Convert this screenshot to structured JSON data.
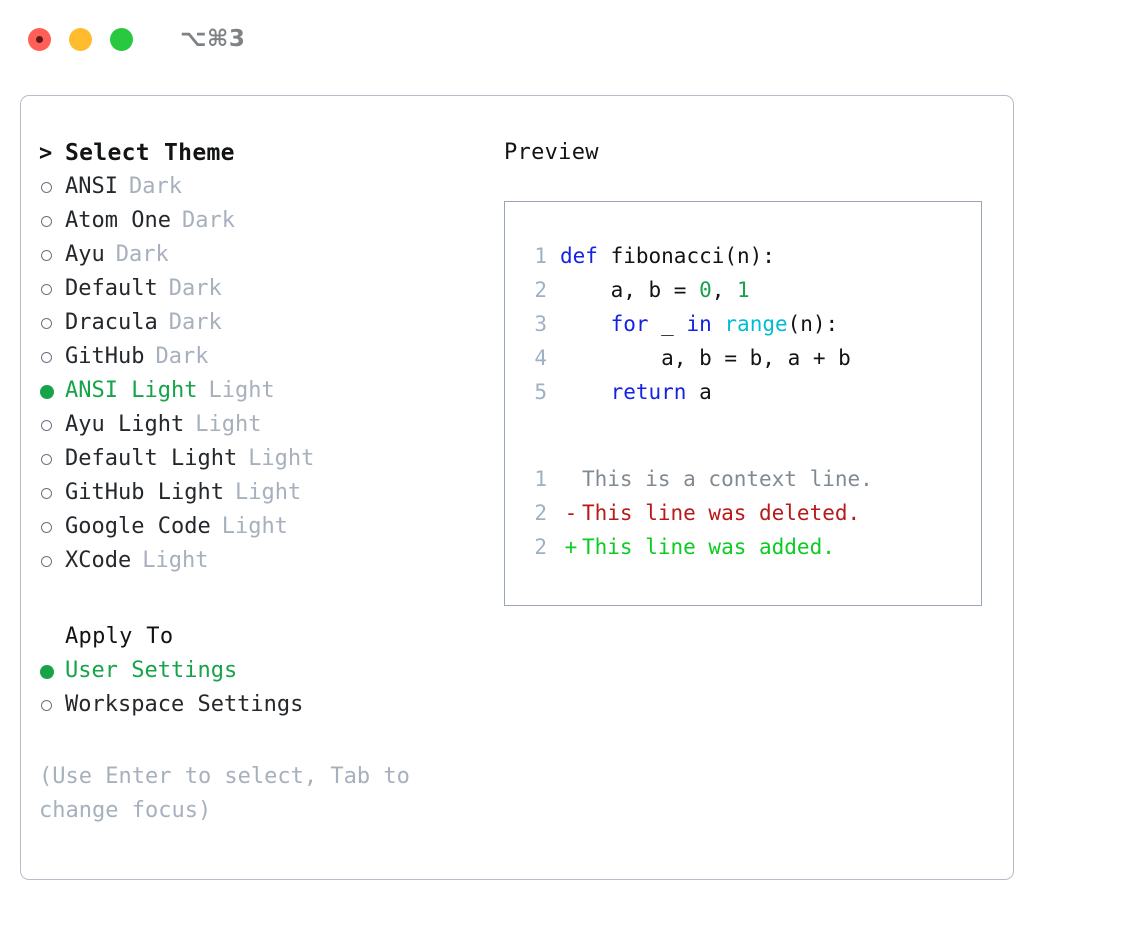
{
  "titlebar": {
    "lights": [
      "close-red",
      "minimize-yellow",
      "maximize-green"
    ],
    "shortcut": "⌥⌘3"
  },
  "theme_picker": {
    "caret": ">",
    "heading": "Select Theme",
    "marker_unselected": "○",
    "marker_selected": "●",
    "items": [
      {
        "name": "ANSI",
        "kind": "Dark",
        "selected": false
      },
      {
        "name": "Atom One",
        "kind": "Dark",
        "selected": false
      },
      {
        "name": "Ayu",
        "kind": "Dark",
        "selected": false
      },
      {
        "name": "Default",
        "kind": "Dark",
        "selected": false
      },
      {
        "name": "Dracula",
        "kind": "Dark",
        "selected": false
      },
      {
        "name": "GitHub",
        "kind": "Dark",
        "selected": false
      },
      {
        "name": "ANSI Light",
        "kind": "Light",
        "selected": true
      },
      {
        "name": "Ayu Light",
        "kind": "Light",
        "selected": false
      },
      {
        "name": "Default Light",
        "kind": "Light",
        "selected": false
      },
      {
        "name": "GitHub Light",
        "kind": "Light",
        "selected": false
      },
      {
        "name": "Google Code",
        "kind": "Light",
        "selected": false
      },
      {
        "name": "XCode",
        "kind": "Light",
        "selected": false
      }
    ]
  },
  "apply_to": {
    "heading": "Apply To",
    "options": [
      {
        "name": "User Settings",
        "selected": true
      },
      {
        "name": "Workspace Settings",
        "selected": false
      }
    ]
  },
  "hint": "(Use Enter to select, Tab to change focus)",
  "preview": {
    "title": "Preview",
    "code": [
      {
        "lineno": "1",
        "tokens": [
          {
            "t": "def",
            "c": "kw"
          },
          {
            "t": " fibonacci(n):",
            "c": "txt"
          }
        ]
      },
      {
        "lineno": "2",
        "tokens": [
          {
            "t": "    a, b = ",
            "c": "txt"
          },
          {
            "t": "0",
            "c": "num"
          },
          {
            "t": ", ",
            "c": "txt"
          },
          {
            "t": "1",
            "c": "num"
          }
        ]
      },
      {
        "lineno": "3",
        "tokens": [
          {
            "t": "    ",
            "c": "txt"
          },
          {
            "t": "for",
            "c": "kw"
          },
          {
            "t": " _ ",
            "c": "txt"
          },
          {
            "t": "in",
            "c": "kw"
          },
          {
            "t": " ",
            "c": "txt"
          },
          {
            "t": "range",
            "c": "fn"
          },
          {
            "t": "(n):",
            "c": "txt"
          }
        ]
      },
      {
        "lineno": "4",
        "tokens": [
          {
            "t": "        a, b = b, a + b",
            "c": "txt"
          }
        ]
      },
      {
        "lineno": "5",
        "tokens": [
          {
            "t": "    ",
            "c": "txt"
          },
          {
            "t": "return",
            "c": "kw"
          },
          {
            "t": " a",
            "c": "txt"
          }
        ]
      }
    ],
    "diff": [
      {
        "lineno": "1",
        "mark": " ",
        "text": "This is a context line.",
        "kind": "ctx"
      },
      {
        "lineno": "2",
        "mark": "-",
        "text": "This line was deleted.",
        "kind": "del"
      },
      {
        "lineno": "2",
        "mark": "+",
        "text": "This line was added.",
        "kind": "add"
      }
    ]
  },
  "colors": {
    "accent_green": "#16a34a",
    "keyword_blue": "#1423e0",
    "function_cyan": "#00bcd4",
    "number_green": "#16a34a",
    "diff_delete": "#b81a1a",
    "diff_add": "#0ccc22",
    "muted": "#a7b0bd",
    "border": "#9aa6b8",
    "window_border": "#b6bdc9",
    "light_red": "#ff5f57",
    "light_yellow": "#febc2e",
    "light_green": "#28c840"
  }
}
